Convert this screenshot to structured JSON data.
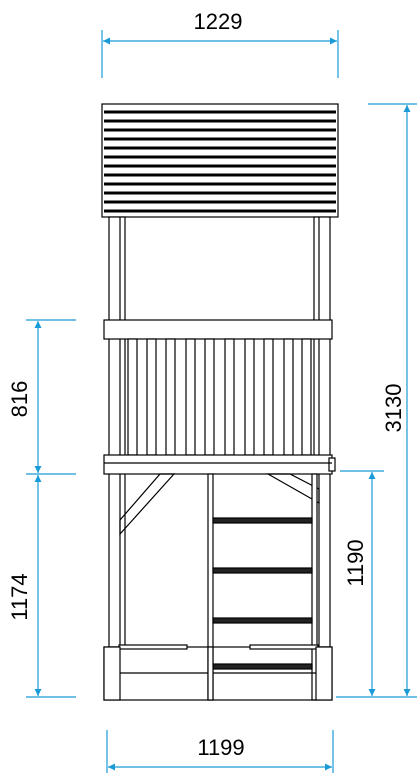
{
  "dimensions": {
    "top_width": "1229",
    "bottom_width": "1199",
    "total_height": "3130",
    "upper_section_height": "816",
    "lower_section_height": "1174",
    "platform_height": "1190"
  },
  "colors": {
    "outline": "#000000",
    "dimension_line": "#1a9bd7"
  }
}
